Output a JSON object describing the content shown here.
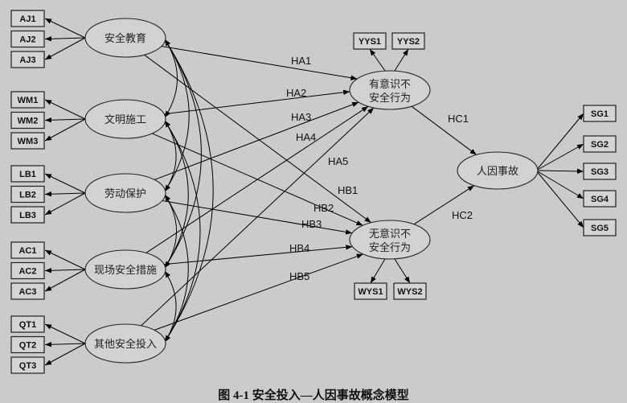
{
  "left_constructs": [
    {
      "label": "安全教育",
      "indicators": [
        "AJ1",
        "AJ2",
        "AJ3"
      ]
    },
    {
      "label": "文明施工",
      "indicators": [
        "WM1",
        "WM2",
        "WM3"
      ]
    },
    {
      "label": "劳动保护",
      "indicators": [
        "LB1",
        "LB2",
        "LB3"
      ]
    },
    {
      "label": "现场安全措施",
      "indicators": [
        "AC1",
        "AC2",
        "AC3"
      ]
    },
    {
      "label": "其他安全投入",
      "indicators": [
        "QT1",
        "QT2",
        "QT3"
      ]
    }
  ],
  "mediators": [
    {
      "label_lines": [
        "有意识不",
        "安全行为"
      ],
      "indicators": [
        "YYS1",
        "YYS2"
      ]
    },
    {
      "label_lines": [
        "无意识不",
        "安全行为"
      ],
      "indicators": [
        "WYS1",
        "WYS2"
      ]
    }
  ],
  "outcome": {
    "label": "人因事故",
    "indicators": [
      "SG1",
      "SG2",
      "SG3",
      "SG4",
      "SG5"
    ]
  },
  "paths": [
    {
      "from": 0,
      "to": 0,
      "label": "HA1"
    },
    {
      "from": 1,
      "to": 0,
      "label": "HA2"
    },
    {
      "from": 2,
      "to": 0,
      "label": "HA3"
    },
    {
      "from": 3,
      "to": 0,
      "label": "HA4"
    },
    {
      "from": 4,
      "to": 0,
      "label": "HA5"
    },
    {
      "from": 0,
      "to": 1,
      "label": "HB1"
    },
    {
      "from": 1,
      "to": 1,
      "label": "HB2"
    },
    {
      "from": 2,
      "to": 1,
      "label": "HB3"
    },
    {
      "from": 3,
      "to": 1,
      "label": "HB4"
    },
    {
      "from": 4,
      "to": 1,
      "label": "HB5"
    }
  ],
  "outcome_paths": [
    {
      "from": 0,
      "label": "HC1"
    },
    {
      "from": 1,
      "label": "HC2"
    }
  ],
  "caption": "图 4-1  安全投入—人因事故概念模型"
}
